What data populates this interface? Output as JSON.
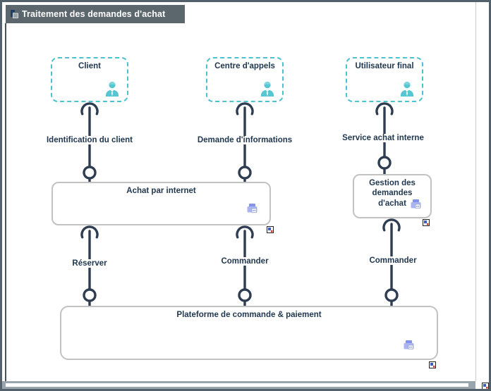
{
  "window": {
    "title": "Traitement des demandes d'achat",
    "title_icon": "diagram-icon"
  },
  "colors": {
    "titlebar_bg": "#5b666d",
    "actor_border_teal": "#4cc2d0",
    "person_icon_teal": "#56c6d3",
    "connector_dark": "#2e3d51",
    "app_border_gray": "#c2c2c2",
    "application_icon_periwinkle": "#93a2ee",
    "scrollbar_track": "#9ba5ad",
    "window_border": "#53616c"
  },
  "icons": {
    "title": "diagram-icon",
    "actor": "person-icon",
    "application": "computer-icon",
    "submodel": "submodel-marker-icon"
  },
  "diagram": {
    "actors": [
      {
        "label": "Client"
      },
      {
        "label": "Centre d'appels"
      },
      {
        "label": "Utilisateur final"
      }
    ],
    "applications": [
      {
        "label": "Achat par internet"
      },
      {
        "label": "Gestion des demandes d'achat"
      },
      {
        "label": "Plateforme de commande & paiement"
      }
    ],
    "interfaces": {
      "top": [
        "Identification du client",
        "Demande d'informations",
        "Service achat interne"
      ],
      "bottom": [
        "Réserver",
        "Commander",
        "Commander"
      ]
    }
  }
}
